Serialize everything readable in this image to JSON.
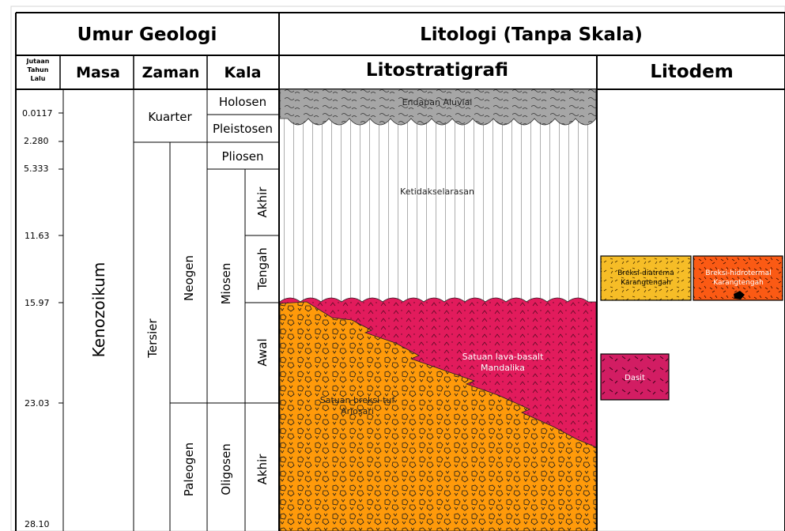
{
  "headers": {
    "umur_geologi": "Umur Geologi",
    "litologi": "Litologi (Tanpa Skala)",
    "jutaan_tahun_lalu": [
      "Jutaan",
      "Tahun",
      "Lalu"
    ],
    "masa": "Masa",
    "zaman": "Zaman",
    "kala": "Kala",
    "litostratigrafi": "Litostratigrafi",
    "litodem": "Litodem"
  },
  "age_ticks": [
    "0.0117",
    "2.280",
    "5.333",
    "11.63",
    "15.97",
    "23.03",
    "28.10"
  ],
  "masa": {
    "kenozoikum": "Kenozoikum"
  },
  "zaman": {
    "kuarter": "Kuarter",
    "tersier": "Tersier",
    "neogen": "Neogen",
    "paleogen": "Paleogen"
  },
  "kala": {
    "holosen": "Holosen",
    "pleistosen": "Pleistosen",
    "pliosen": "Pliosen",
    "miosen": "Miosen",
    "oligosen": "Oligosen",
    "akhir": "Akhir",
    "tengah": "Tengah",
    "awal": "Awal"
  },
  "litostratigrafi": {
    "endapan_aluvial": "Endapan Aluvial",
    "ketidakselarasan": "Ketidakselarasan",
    "lava_basalt": [
      "Satuan lava-basalt",
      "Mandalika"
    ],
    "breksi_tuf": [
      "Satuan breksi-tuf",
      "Arjosari"
    ]
  },
  "litodem": {
    "breksi_diatrema": [
      "Breksi-diatrema",
      "Karangtengah"
    ],
    "breksi_hidrotermal": [
      "Breksi-hidrotermal",
      "Karangtengah"
    ],
    "dasit": "Dasit"
  },
  "colors": {
    "aluvial": "#a6a6a6",
    "breksi_tuf": "#ff9a0a",
    "lava_basalt": "#e21b5c",
    "diatrema": "#f6bd27",
    "hidrotermal": "#fb5a14",
    "dasit": "#d21d63"
  }
}
